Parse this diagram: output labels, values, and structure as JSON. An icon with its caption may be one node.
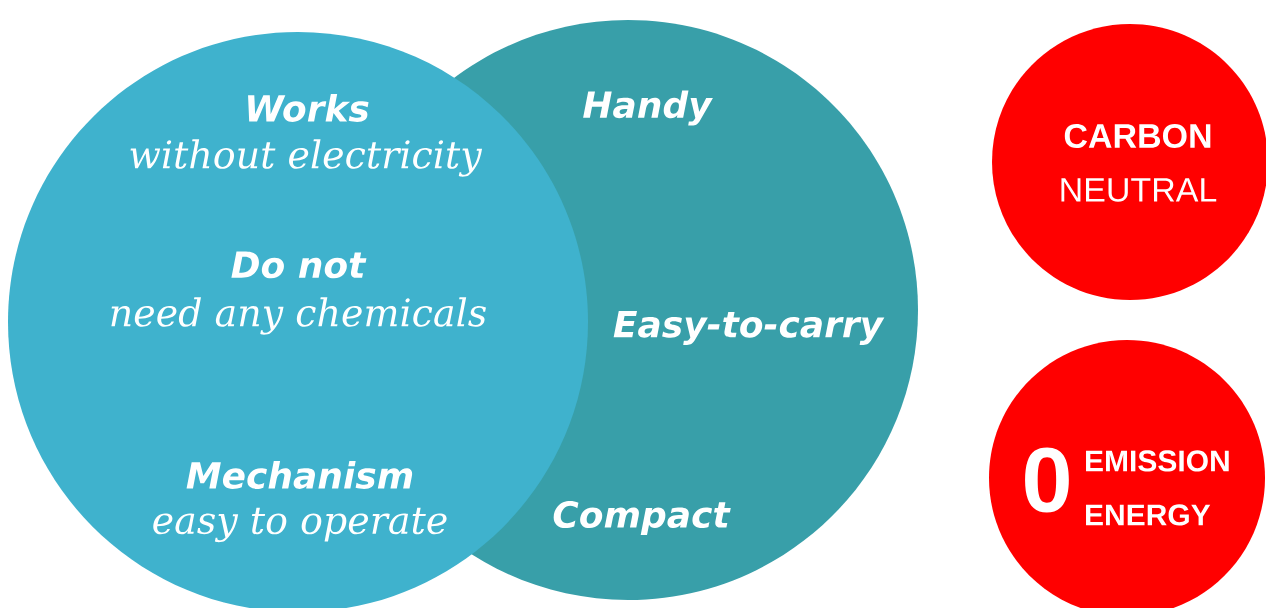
{
  "diagram": {
    "nodes": [
      {
        "text": [
          "Works",
          "without electricity",
          "Do not",
          "need any chemicals",
          "Mechanism",
          "easy to operate"
        ]
      },
      {
        "text": [
          "Handy",
          "Easy-to-carry",
          "Compact"
        ]
      },
      {
        "text": [
          "CARBON",
          "NEUTRAL"
        ]
      },
      {
        "text": [
          "0",
          "EMISSION ENERGY"
        ]
      }
    ]
  }
}
